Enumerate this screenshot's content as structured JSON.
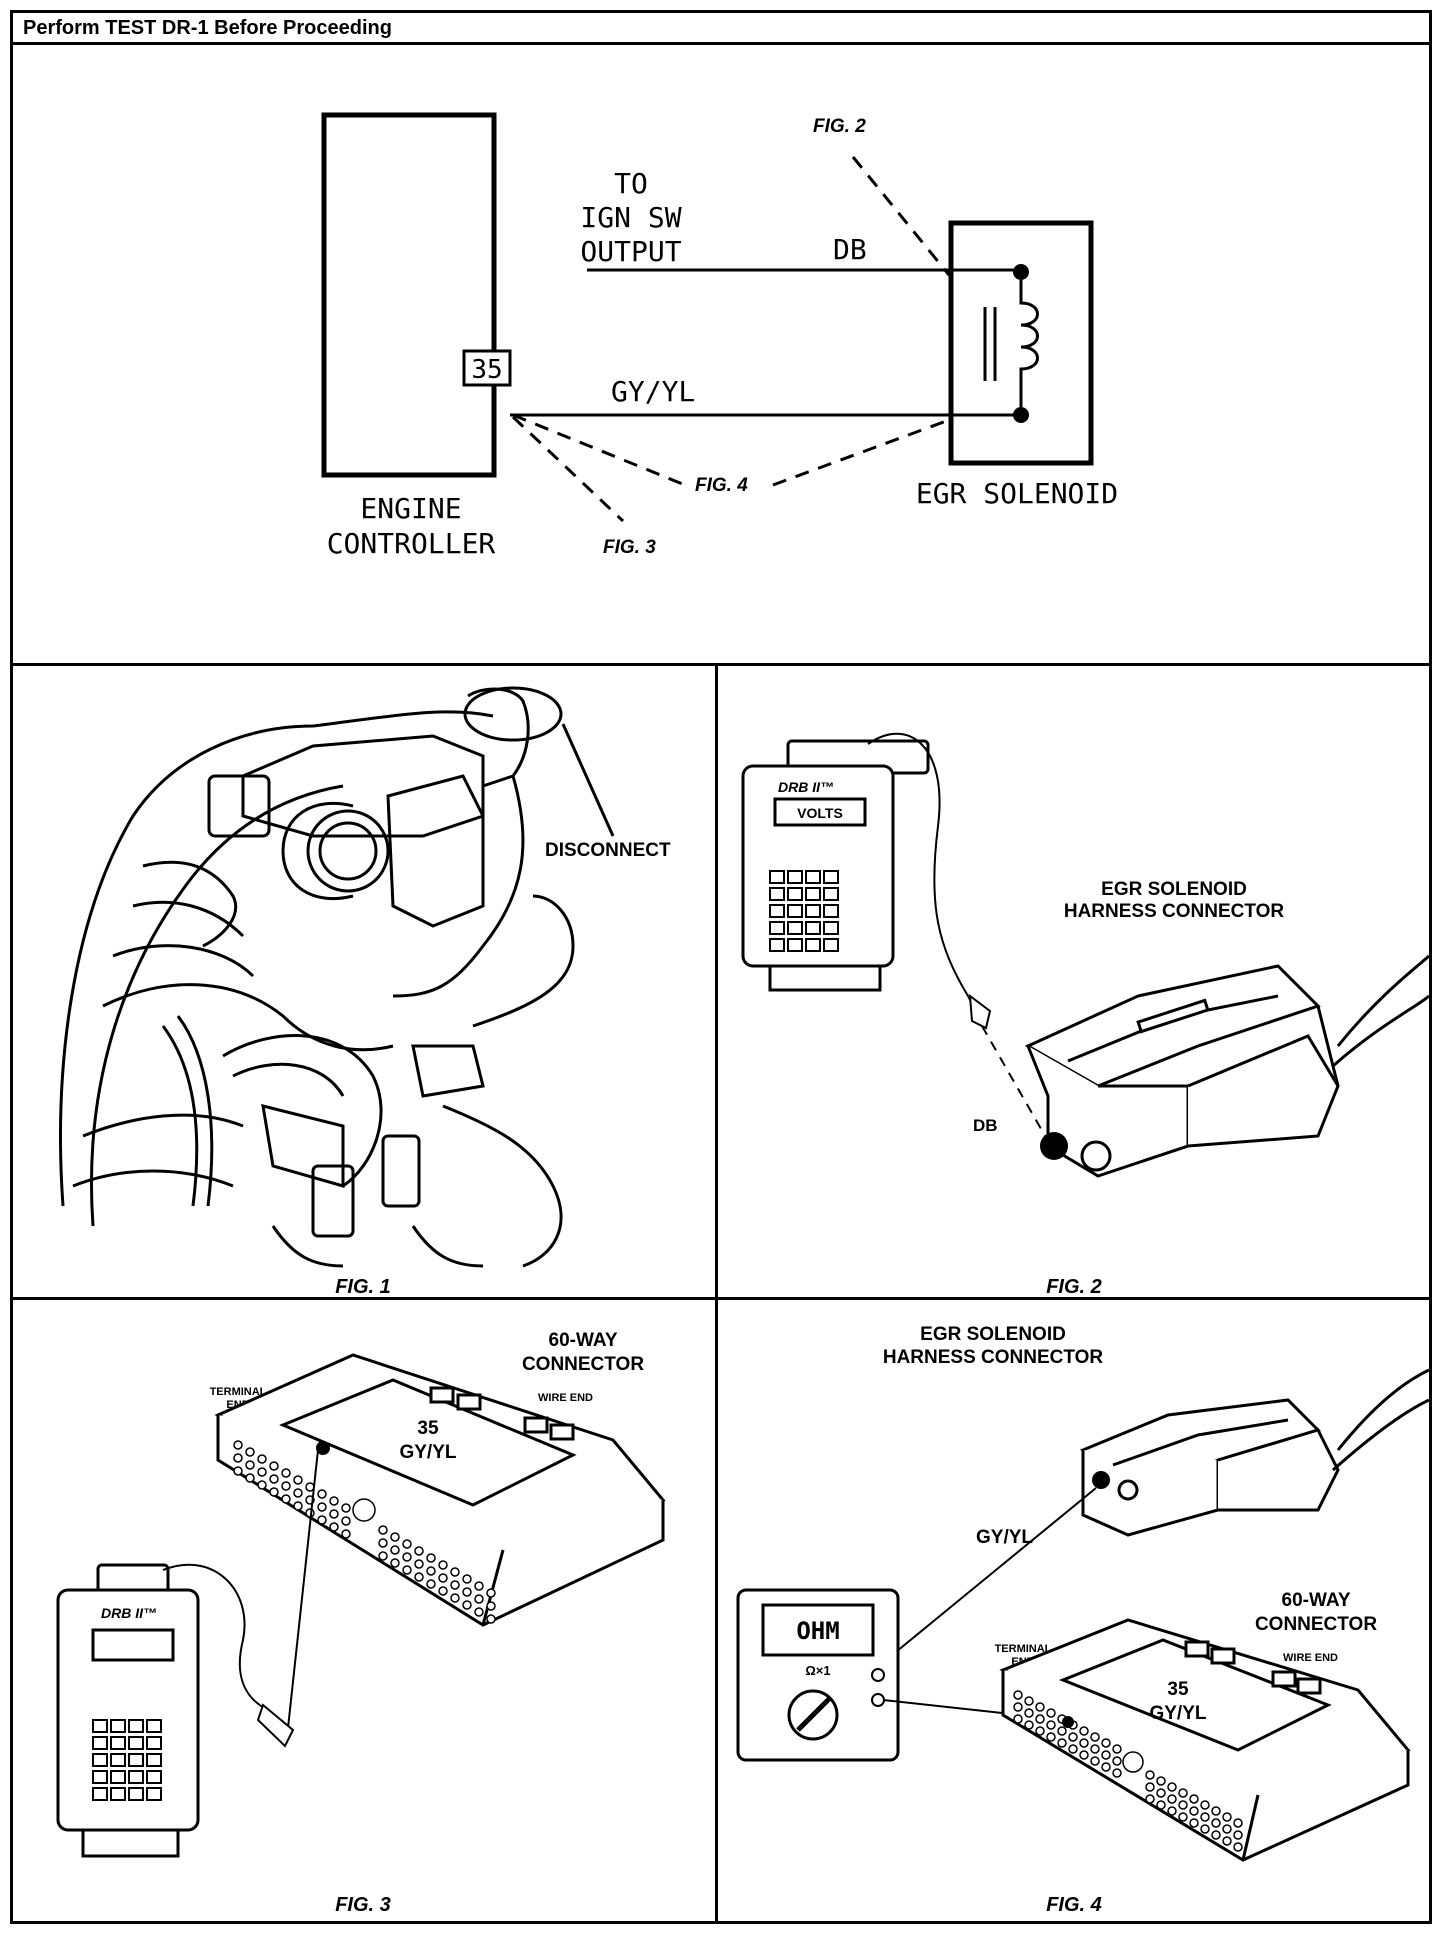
{
  "header": {
    "title": "Perform TEST DR-1 Before Proceeding"
  },
  "schematic": {
    "controller_label_1": "ENGINE",
    "controller_label_2": "CONTROLLER",
    "pin": "35",
    "feed_label_1": "TO",
    "feed_label_2": "IGN SW",
    "feed_label_3": "OUTPUT",
    "wire_top": "DB",
    "wire_bottom": "GY/YL",
    "solenoid_label": "EGR SOLENOID",
    "ref_fig2": "FIG. 2",
    "ref_fig3": "FIG. 3",
    "ref_fig4": "FIG. 4"
  },
  "fig1": {
    "caption": "FIG. 1",
    "callout": "DISCONNECT"
  },
  "fig2": {
    "caption": "FIG. 2",
    "tool_brand": "DRB II™",
    "display": "VOLTS",
    "connector_label_1": "EGR SOLENOID",
    "connector_label_2": "HARNESS CONNECTOR",
    "terminal": "DB"
  },
  "fig3": {
    "caption": "FIG. 3",
    "tool_brand": "DRB II™",
    "connector_label_1": "60-WAY",
    "connector_label_2": "CONNECTOR",
    "terminal_end_1": "TERMINAL",
    "terminal_end_2": "END",
    "wire_end": "WIRE END",
    "pin_number": "35",
    "pin_color": "GY/YL"
  },
  "fig4": {
    "caption": "FIG. 4",
    "connector_top_1": "EGR SOLENOID",
    "connector_top_2": "HARNESS CONNECTOR",
    "wire_label": "GY/YL",
    "meter_display": "OHM",
    "meter_range": "Ω×1",
    "connector_label_1": "60-WAY",
    "connector_label_2": "CONNECTOR",
    "terminal_end_1": "TERMINAL",
    "terminal_end_2": "END",
    "wire_end": "WIRE END",
    "pin_number": "35",
    "pin_color": "GY/YL"
  }
}
